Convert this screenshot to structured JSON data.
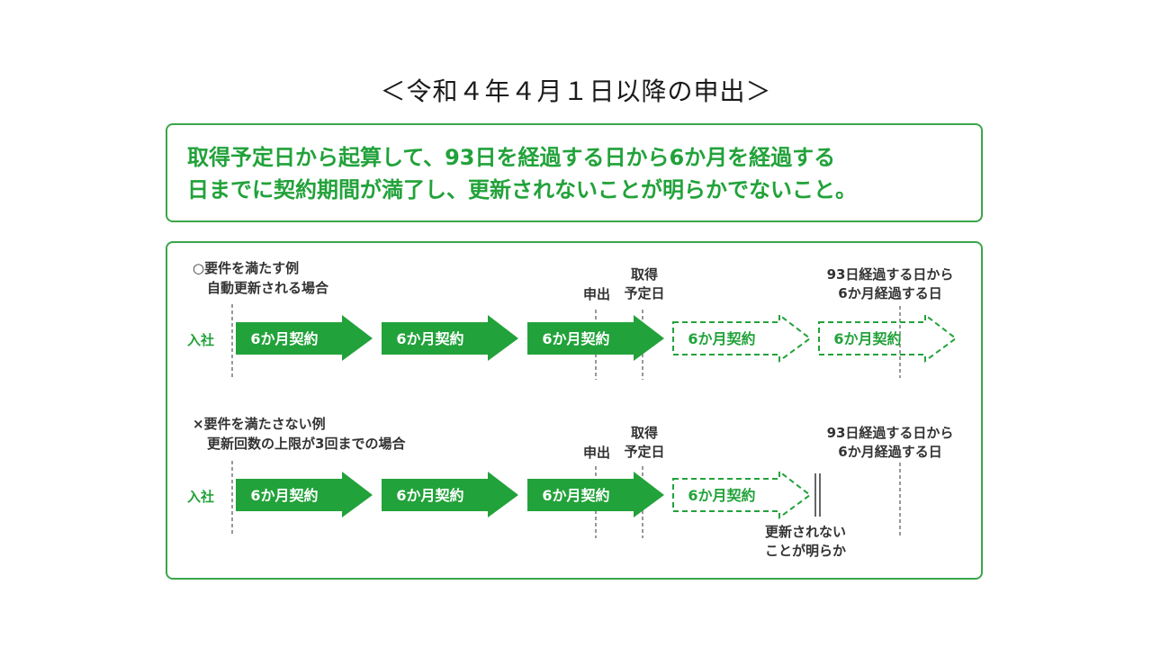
{
  "title": "＜令和４年４月１日以降の申出＞",
  "condition": {
    "line1": "取得予定日から起算して、93日を経過する日から6か月を経過する",
    "line2": "日までに契約期間が満了し、更新されないことが明らかでないこと。"
  },
  "diagram": {
    "colors": {
      "green": "#22a23a",
      "border": "#3aa64a",
      "dashed_line": "#555555"
    },
    "example_ok": {
      "title_line1": "○要件を満たす例",
      "title_line2": "自動更新される場合",
      "join_label": "入社",
      "apply_label": "申出",
      "acquire_label_line1": "取得",
      "acquire_label_line2": "予定日",
      "deadline_label_line1": "93日経過する日から",
      "deadline_label_line2": "6か月経過する日",
      "contracts": [
        {
          "label": "6か月契約",
          "style": "solid"
        },
        {
          "label": "6か月契約",
          "style": "solid"
        },
        {
          "label": "6か月契約",
          "style": "solid"
        },
        {
          "label": "6か月契約",
          "style": "dashed"
        },
        {
          "label": "6か月契約",
          "style": "dashed"
        }
      ]
    },
    "example_ng": {
      "title_line1": "×要件を満たさない例",
      "title_line2": "更新回数の上限が3回までの場合",
      "join_label": "入社",
      "apply_label": "申出",
      "acquire_label_line1": "取得",
      "acquire_label_line2": "予定日",
      "deadline_label_line1": "93日経過する日から",
      "deadline_label_line2": "6か月経過する日",
      "contracts": [
        {
          "label": "6か月契約",
          "style": "solid"
        },
        {
          "label": "6か月契約",
          "style": "solid"
        },
        {
          "label": "6か月契約",
          "style": "solid"
        },
        {
          "label": "6か月契約",
          "style": "dashed"
        }
      ],
      "end_note_line1": "更新されない",
      "end_note_line2": "ことが明らか"
    }
  }
}
